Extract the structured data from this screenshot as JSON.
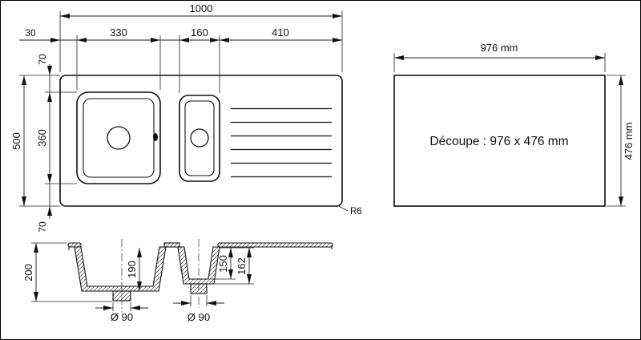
{
  "top_view": {
    "dims": {
      "total_width": "1000",
      "left_margin": "30",
      "basin1_width": "330",
      "basin2_width": "160",
      "drainboard_width": "410",
      "total_depth": "500",
      "top_margin": "70",
      "basin_depth": "360",
      "bottom_margin": "70",
      "corner_radius": "R6"
    }
  },
  "cutout_view": {
    "width_label": "976 mm",
    "height_label": "476 mm",
    "caption": "Découpe : 976 x 476 mm"
  },
  "section_view": {
    "overall_height": "200",
    "basin1_depth": "190",
    "basin2_depth": "150",
    "basin2_height": "162",
    "drain1_diameter": "Ø 90",
    "drain2_diameter": "Ø 90"
  }
}
